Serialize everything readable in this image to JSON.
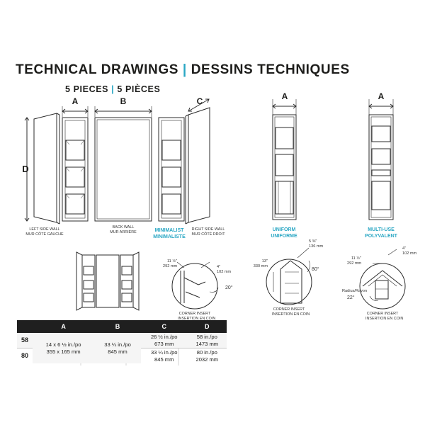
{
  "header": {
    "title_en": "TECHNICAL DRAWINGS",
    "title_sep": "|",
    "title_fr": "DESSINS TECHNIQUES",
    "subtitle_en": "5 PIECES",
    "subtitle_fr": "5 PIÈCES"
  },
  "dims": {
    "a": "A",
    "b": "B",
    "c": "C",
    "d": "D"
  },
  "panels": {
    "left_wall": {
      "en": "LEFT SIDE WALL",
      "fr": "MUR CÔTÉ GAUCHE"
    },
    "back_wall": {
      "en": "BACK WALL",
      "fr": "MUR ARRIÈRE"
    },
    "right_wall": {
      "en": "RIGHT SIDE WALL",
      "fr": "MUR CÔTÉ DROIT"
    }
  },
  "variants": [
    {
      "en": "MINIMALIST",
      "fr": "MINIMALISTE"
    },
    {
      "en": "UNIFORM",
      "fr": "UNIFORME"
    },
    {
      "en": "MULTI-USE",
      "fr": "POLYVALENT"
    }
  ],
  "details": {
    "minimalist": {
      "depth_in": "11 ½\"",
      "depth_mm": "292 mm",
      "width_in": "4\"",
      "width_mm": "102 mm",
      "angle": "20°"
    },
    "uniform": {
      "top_in": "5 ⅜\"",
      "top_mm": "136 mm",
      "depth_in": "13\"",
      "depth_mm": "330 mm",
      "angle": "80°"
    },
    "multiuse": {
      "depth_in": "11 ½\"",
      "depth_mm": "292 mm",
      "width_in": "4\"",
      "width_mm": "102 mm",
      "radius": "Radius/Rayon",
      "angle": "22°"
    },
    "corner_en": "CORNER INSERT",
    "corner_fr": "INSERTION EN COIN"
  },
  "table": {
    "headers": [
      "",
      "A",
      "B",
      "C",
      "D"
    ],
    "rows": [
      {
        "label": "58",
        "a": "14 x 6 ½ in./po",
        "a2": "355 x 165 mm",
        "b": "33 ¼ in./po",
        "b2": "845 mm",
        "c": "26 ½ in./po",
        "c2": "673 mm",
        "d": "58 in./po",
        "d2": "1473 mm"
      },
      {
        "label": "80",
        "c": "33 ¼ in./po",
        "c2": "845 mm",
        "d": "80 in./po",
        "d2": "2032 mm"
      }
    ]
  },
  "colors": {
    "accent": "#2aa7c4",
    "ink": "#1d1d1b",
    "header_bg": "#1f1f1f"
  }
}
